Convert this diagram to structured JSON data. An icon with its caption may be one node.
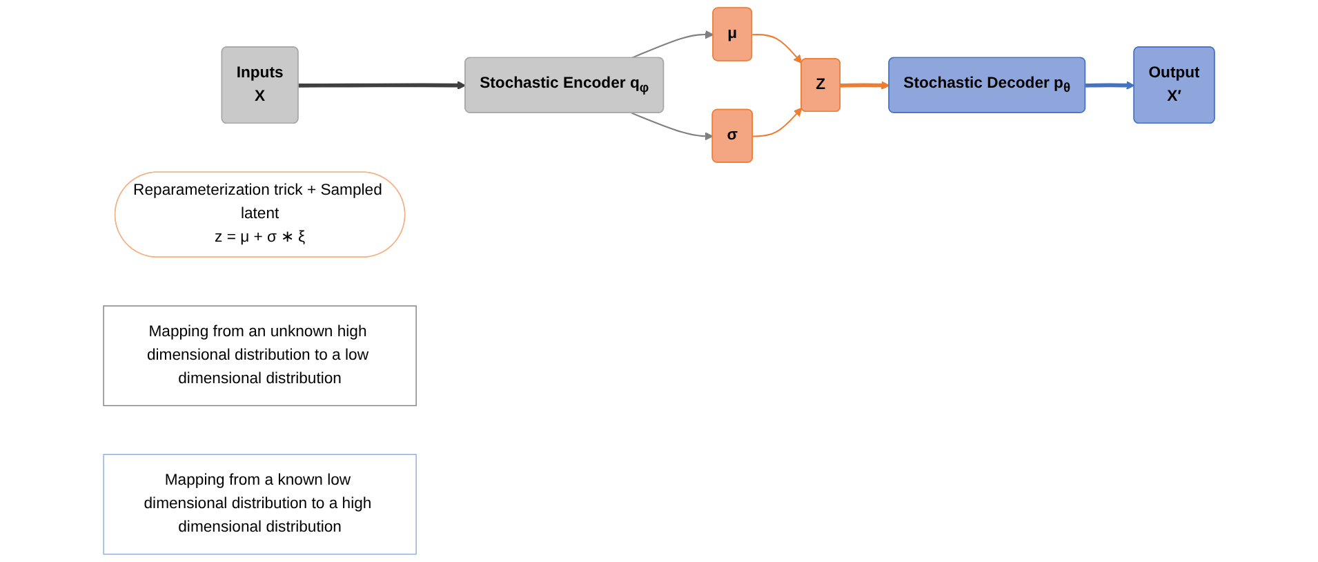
{
  "diagram": {
    "nodes": [
      {
        "text": [
          "Inputs",
          "X"
        ]
      },
      {
        "text": [
          "Stochastic Encoder q$_{φ}$"
        ]
      },
      {
        "text": [
          "μ"
        ]
      },
      {
        "text": [
          "σ"
        ]
      },
      {
        "text": [
          "Z"
        ]
      },
      {
        "text": [
          "Stochastic Decoder p$_{θ}$"
        ]
      },
      {
        "text": [
          "Output",
          "X′"
        ]
      },
      {
        "text": [
          "Reparameterization trick + Sampled latent",
          "z = μ + σ ∗ ξ"
        ]
      },
      {
        "text": [
          "Mapping from an unknown high dimensional distribution to a low dimensional distribution"
        ]
      },
      {
        "text": [
          "Mapping from a known low dimensional distribution to a high dimensional distribution"
        ]
      }
    ],
    "edges": [
      {
        "from": 0,
        "to": 1,
        "arrow": "to",
        "style": "thick",
        "color": "#404040"
      },
      {
        "from": 1,
        "to": 2,
        "arrow": "to",
        "color": "#808080"
      },
      {
        "from": 1,
        "to": 3,
        "arrow": "to",
        "color": "#808080"
      },
      {
        "from": 2,
        "to": 4,
        "arrow": "to",
        "color": "#ed7d31"
      },
      {
        "from": 3,
        "to": 4,
        "arrow": "to",
        "color": "#ed7d31"
      },
      {
        "from": 4,
        "to": 5,
        "arrow": "to",
        "style": "thick",
        "color": "#ed7d31"
      },
      {
        "from": 5,
        "to": 6,
        "arrow": "to",
        "style": "thick",
        "color": "#4472c4"
      }
    ]
  }
}
